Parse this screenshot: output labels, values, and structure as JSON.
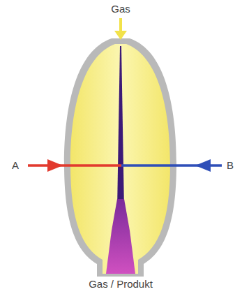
{
  "diagram": {
    "labels": [
      "Gas",
      "A",
      "B",
      "Gas / Produkt"
    ]
  }
}
